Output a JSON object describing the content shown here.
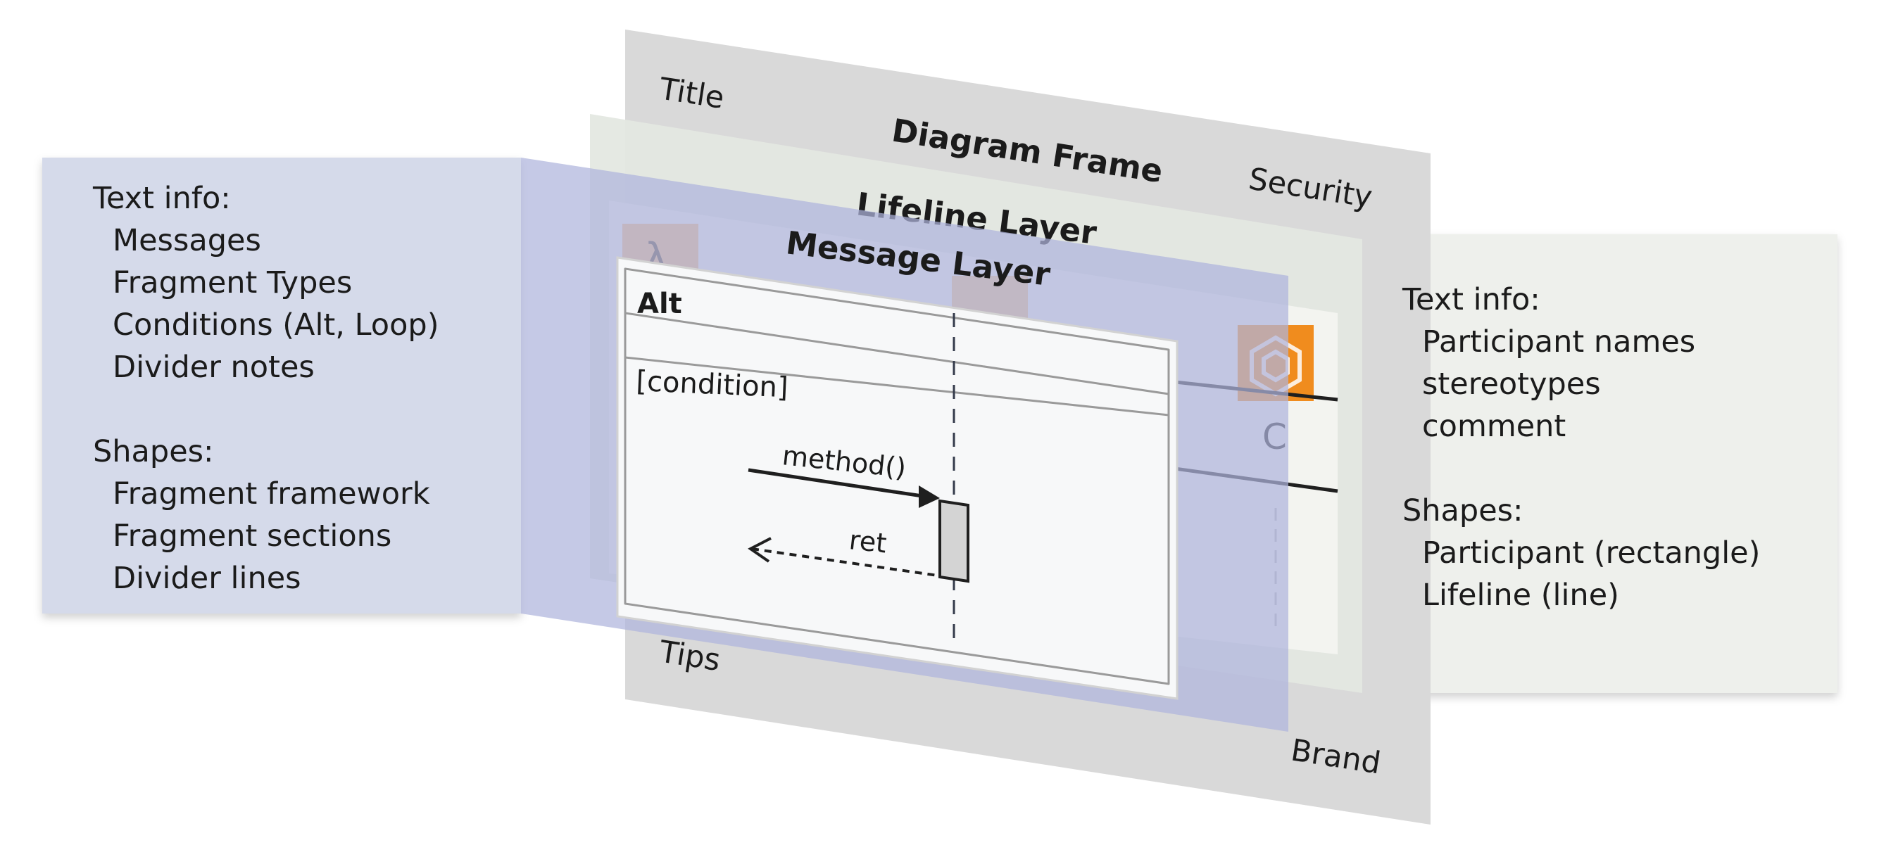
{
  "diagram_frame": {
    "title": "Diagram Frame",
    "corner_labels": {
      "top_left": "Title",
      "top_right": "Security",
      "bottom_left": "Tips",
      "bottom_right": "Brand"
    }
  },
  "lifeline_layer": {
    "title": "Lifeline Layer",
    "participant_initial": "C"
  },
  "message_layer": {
    "title": "Message Layer",
    "fragment": {
      "type": "Alt",
      "condition": "[condition]",
      "call_message": "method()",
      "return_message": "ret"
    }
  },
  "left_panel": {
    "text_heading": "Text info:",
    "text_items": [
      "Messages",
      "Fragment Types",
      "Conditions (Alt, Loop)",
      "Divider notes"
    ],
    "shapes_heading": "Shapes:",
    "shape_items": [
      "Fragment framework",
      "Fragment sections",
      "Divider lines"
    ]
  },
  "right_panel": {
    "text_heading": "Text info:",
    "text_items": [
      "Participant names",
      "stereotypes",
      "comment"
    ],
    "shapes_heading": "Shapes:",
    "shape_items": [
      "Participant (rectangle)",
      "Lifeline (line)"
    ]
  },
  "colors": {
    "frame_gray": "#d9d9d9",
    "lifeline_green": "#e4e8e2",
    "message_blue": "#aeb4dc",
    "left_panel": "#d5daea",
    "right_panel": "#eef0ec",
    "participant_orange": "#f08c1e"
  }
}
